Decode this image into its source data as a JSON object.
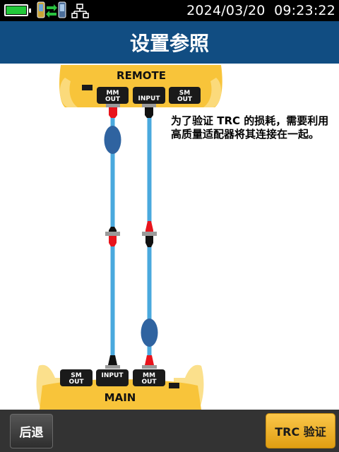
{
  "status_bar": {
    "datetime": "2024/03/20  09:23:22",
    "battery_level": 1.0,
    "battery_color": "#22c93a",
    "icons": [
      "battery-icon",
      "sync-icon",
      "network-icon"
    ]
  },
  "header": {
    "title": "设置参照"
  },
  "diagram": {
    "remote_label": "REMOTE",
    "main_label": "MAIN",
    "remote_ports": [
      "MM\nOUT",
      "INPUT",
      "SM\nOUT"
    ],
    "main_ports": [
      "SM\nOUT",
      "INPUT",
      "MM\nOUT"
    ],
    "colors": {
      "unit": "#f8c43a",
      "port": "#1a1a1a",
      "cable": "#4aa9de",
      "adapter": "#2f63a0",
      "connector_red": "#e8141c"
    }
  },
  "instruction": "为了验证 TRC 的损耗，需要利用高质量适配器将其连接在一起。",
  "footer": {
    "back_label": "后退",
    "trc_label": "TRC 验证",
    "accent": "#f5b52c"
  }
}
